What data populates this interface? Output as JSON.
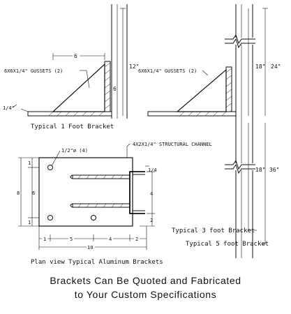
{
  "bracket_1ft": {
    "gusset_label": "6X6X1/4\" GUSSETS (2)",
    "dim_width": "6",
    "dim_height_inner": "6",
    "dim_height": "12\"",
    "thickness_label": "1/4\"",
    "caption": "Typical 1 Foot Bracket"
  },
  "bracket_long": {
    "gusset_label": "6X6X1/4\" GUSSETS (2)",
    "dim_upper_18": "18\"",
    "dim_upper_24": "24\"",
    "dim_lower_18": "18\"",
    "dim_lower_36": "36\"",
    "caption_3ft": "Typical 3 foot Bracket",
    "caption_5ft": "Typical 5 foot Bracket"
  },
  "plan_view": {
    "hole_label": "1/2\"ø (4)",
    "channel_label": "4X2X1/4\" STRUCTURAL CHANNEL",
    "dim_1_top": "1",
    "dim_6": "6",
    "dim_8": "8",
    "dim_1_bottom": "1",
    "dim_quarter": "1/4",
    "dim_4_right": "4",
    "dim_2_right": "2",
    "dim_1_left": "1",
    "dim_5": "5",
    "dim_4_bottom": "4",
    "dim_2_bottom": "2",
    "dim_10": "10",
    "caption": "Plan view Typical Aluminum Brackets"
  },
  "footer": {
    "line1": "Brackets Can Be Quoted and Fabricated",
    "line2": "to Your Custom Specifications"
  }
}
